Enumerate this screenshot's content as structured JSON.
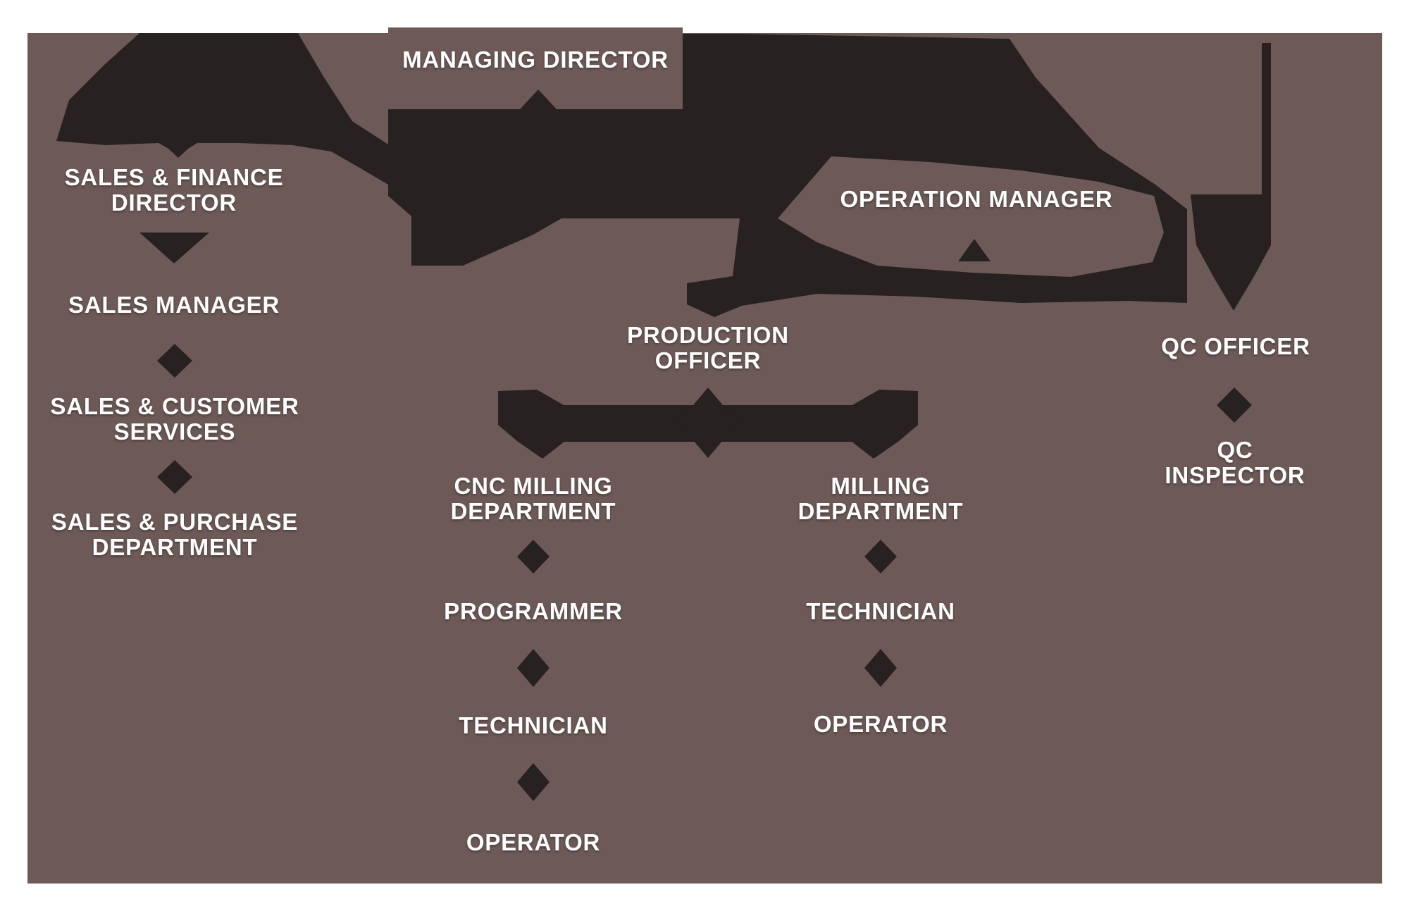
{
  "figure": {
    "type": "org-chart",
    "description": "Company organization chart with black connector arrows and diamond links on a mauve background"
  },
  "colors": {
    "page_background": "#ffffff",
    "chart_background": "#6d5a56",
    "connector_black": "#272122",
    "label_text": "#ffffff"
  },
  "nodes": [
    {
      "id": "managing-director",
      "label": "MANAGING DIRECTOR"
    },
    {
      "id": "sales-finance-director",
      "label": "SALES & FINANCE\nDIRECTOR"
    },
    {
      "id": "operation-manager",
      "label": "OPERATION MANAGER"
    },
    {
      "id": "sales-manager",
      "label": "SALES MANAGER"
    },
    {
      "id": "production-officer",
      "label": "PRODUCTION\nOFFICER"
    },
    {
      "id": "qc-officer",
      "label": "QC OFFICER"
    },
    {
      "id": "sales-customer-services",
      "label": "SALES & CUSTOMER\nSERVICES"
    },
    {
      "id": "qc-inspector",
      "label": "QC INSPECTOR"
    },
    {
      "id": "sales-purchase-department",
      "label": "SALES & PURCHASE\nDEPARTMENT"
    },
    {
      "id": "cnc-milling-department",
      "label": "CNC MILLING\nDEPARTMENT"
    },
    {
      "id": "milling-department",
      "label": "MILLING\nDEPARTMENT"
    },
    {
      "id": "cnc-programmer",
      "label": "PROGRAMMER"
    },
    {
      "id": "cnc-technician",
      "label": "TECHNICIAN"
    },
    {
      "id": "cnc-operator",
      "label": "OPERATOR"
    },
    {
      "id": "milling-technician",
      "label": "TECHNICIAN"
    },
    {
      "id": "milling-operator",
      "label": "OPERATOR"
    }
  ],
  "edges": [
    {
      "from": "managing-director",
      "to": "sales-finance-director",
      "connector": "thick-black-band"
    },
    {
      "from": "managing-director",
      "to": "operation-manager",
      "connector": "thick-black-band"
    },
    {
      "from": "sales-finance-director",
      "to": "sales-manager",
      "connector": "triangle-arrow"
    },
    {
      "from": "sales-manager",
      "to": "sales-customer-services",
      "connector": "diamond"
    },
    {
      "from": "sales-customer-services",
      "to": "sales-purchase-department",
      "connector": "diamond"
    },
    {
      "from": "operation-manager",
      "to": "production-officer",
      "connector": "thick-black-band-arrow"
    },
    {
      "from": "operation-manager",
      "to": "qc-officer",
      "connector": "thick-black-band-arrow"
    },
    {
      "from": "production-officer",
      "to": "cnc-milling-department",
      "connector": "t-bar-arrow"
    },
    {
      "from": "production-officer",
      "to": "milling-department",
      "connector": "t-bar-arrow"
    },
    {
      "from": "qc-officer",
      "to": "qc-inspector",
      "connector": "diamond"
    },
    {
      "from": "cnc-milling-department",
      "to": "cnc-programmer",
      "connector": "diamond"
    },
    {
      "from": "cnc-programmer",
      "to": "cnc-technician",
      "connector": "diamond"
    },
    {
      "from": "cnc-technician",
      "to": "cnc-operator",
      "connector": "diamond"
    },
    {
      "from": "milling-department",
      "to": "milling-technician",
      "connector": "diamond"
    },
    {
      "from": "milling-technician",
      "to": "milling-operator",
      "connector": "diamond"
    }
  ]
}
